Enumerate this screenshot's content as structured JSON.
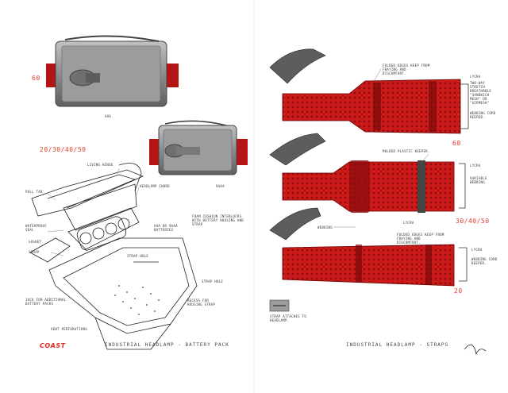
{
  "left_panel": {
    "size_label_top": "60",
    "caption_top": "AAA",
    "size_label_mid": "20/30/40/50",
    "caption_mid": "9AAA",
    "callouts": {
      "living_hinge": "LIVING HINGE",
      "headlamp_chord": "HEADLAMP CHORD",
      "pull_tab": "PULL TAB",
      "waterproof_seal": "WATERPROOF SEAL",
      "aaa_9aaa": "AAA OR 9AAA BATTERIES",
      "foam_cushion": "FOAM CUSHION INTERLOCKS WITH BATTERY HOUSING AND STRAP",
      "gasket": "GASKET",
      "strap": "STRAP",
      "strap_hole_1": "STRAP HOLE",
      "strap_hole_2": "STRAP HOLE",
      "jack": "JACK FOR ADDITIONAL BATTERY PACKS",
      "recess": "RECESS FOR HOUSING STRAP",
      "vent": "VENT PERFORATIONS"
    },
    "brand": "COAST",
    "title": "INDUSTRIAL HEADLAMP - BATTERY PACK"
  },
  "right_panel": {
    "callouts": {
      "folded_edges_1": "FOLDED EDGES KEEP FROM FRAYING AND DISCOMFORT.",
      "lycra_1": "LYCRA",
      "two_way_stretch": "TWO-WAY STRETCH BREATHABLE \"SANDWICH MESH\" OR \"AIRMESH\"",
      "webbing_cord_keeper": "WEBBING CORD KEEPER.",
      "molded_keeper": "MOLDED PLASTIC KEEPER.",
      "lycra_2": "LYCRA",
      "variable_webbing": "VARIABLE WEBBING",
      "lycra_3": "LYCRA",
      "webbing": "WEBBING",
      "folded_edges_2": "FOLDED EDGES KEEP FROM FRAYING AND DISCOMFORT.",
      "lycra_4": "LYCRA",
      "webbing_cord_keeper_2": "WEBBING CORD KEEPER.",
      "strap_attaches": "STRAP ATTACHES TO HEADLAMP."
    },
    "size_labels": [
      "60",
      "30/40/50",
      "20"
    ],
    "title": "INDUSTRIAL HEADLAMP - STRAPS",
    "signature": "signature"
  },
  "colors": {
    "accent_red": "#e23a2a",
    "strap_red": "#c81616",
    "housing_grey": "#8a8c8e"
  }
}
